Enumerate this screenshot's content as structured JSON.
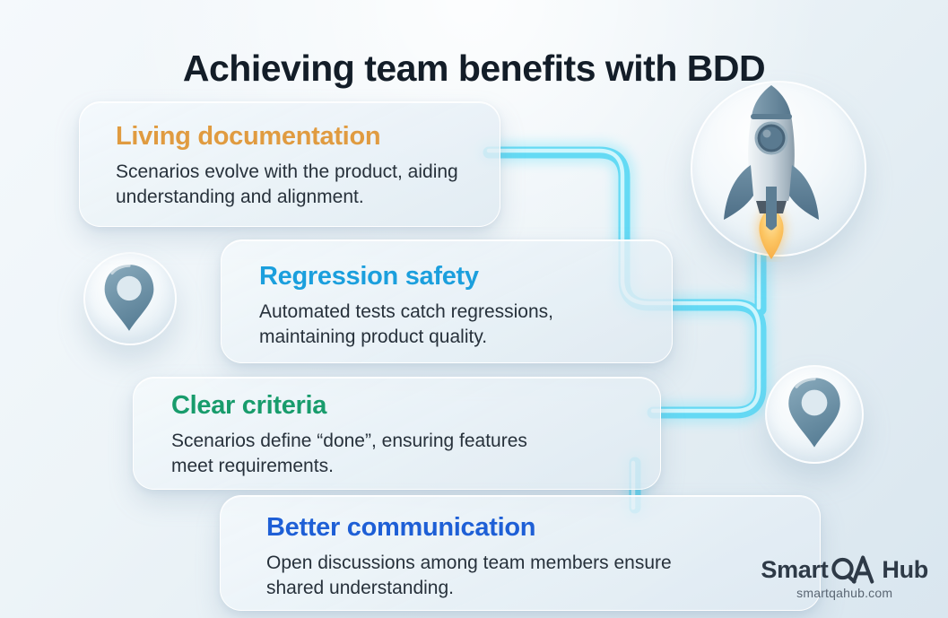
{
  "title": "Achieving team benefits with BDD",
  "cards": [
    {
      "heading": "Living documentation",
      "body": "Scenarios evolve with the product, aiding understanding and alignment.",
      "heading_color": "#e09b40"
    },
    {
      "heading": "Regression safety",
      "body": "Automated tests catch regressions, maintaining product quality.",
      "heading_color": "#1b9fdd"
    },
    {
      "heading": "Clear criteria",
      "body": "Scenarios define “done”, ensuring features meet requirements.",
      "heading_color": "#189c6c"
    },
    {
      "heading": "Better communication",
      "body": "Open discussions among team members ensure shared understanding.",
      "heading_color": "#1e5fd6"
    }
  ],
  "footer": {
    "brand_smart": "Smart",
    "brand_qa_monogram": "QA",
    "brand_hub": "Hub",
    "website": "smartqahub.com"
  },
  "icons": {
    "rocket": "rocket-3d",
    "pin_left": "location-pin",
    "pin_right": "location-pin",
    "qa_monogram": "qa-ligature"
  },
  "colors": {
    "background_top": "#f5f9fc",
    "background_bottom": "#d9e6ef",
    "title_text": "#131d28",
    "body_text": "#27313b",
    "card_surface": "#eaf1f7",
    "card_border": "#ffffff",
    "connector_glow": "#5fd8f3",
    "logo_text": "#2e3a47",
    "pin_fill": "#6c92a7",
    "rocket_body": "#c4cfd8",
    "rocket_fins": "#5d7e94",
    "flame": "#f9b54a"
  }
}
